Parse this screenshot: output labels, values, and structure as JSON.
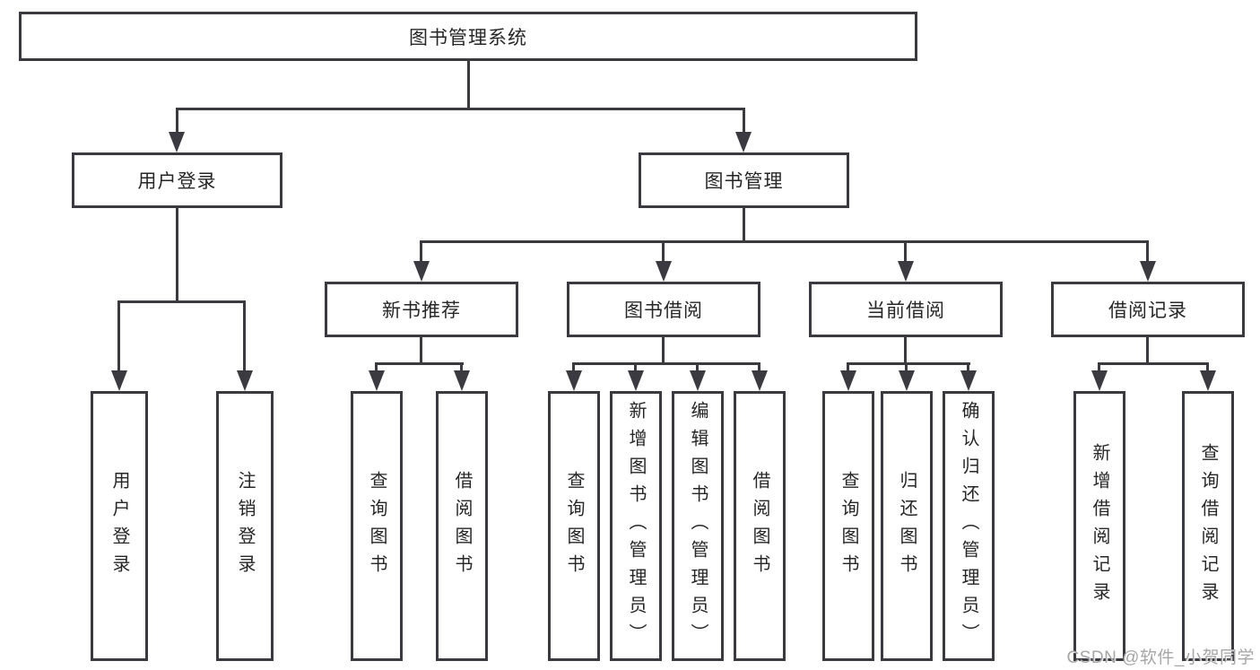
{
  "diagram": {
    "root": {
      "label": "图书管理系统"
    },
    "branches": [
      {
        "label": "用户登录",
        "children": [
          {
            "label": "用户登录"
          },
          {
            "label": "注销登录"
          }
        ]
      },
      {
        "label": "图书管理",
        "children": [
          {
            "label": "新书推荐",
            "children": [
              {
                "label": "查询图书"
              },
              {
                "label": "借阅图书"
              }
            ]
          },
          {
            "label": "图书借阅",
            "children": [
              {
                "label": "查询图书"
              },
              {
                "label": "新增图书（管理员）"
              },
              {
                "label": "编辑图书（管理员）"
              },
              {
                "label": "借阅图书"
              }
            ]
          },
          {
            "label": "当前借阅",
            "children": [
              {
                "label": "查询图书"
              },
              {
                "label": "归还图书"
              },
              {
                "label": "确认归还（管理员）"
              }
            ]
          },
          {
            "label": "借阅记录",
            "children": [
              {
                "label": "新增借阅记录"
              },
              {
                "label": "查询借阅记录"
              }
            ]
          }
        ]
      }
    ]
  },
  "watermark": {
    "text": "CSDN @软件_小贺同学"
  },
  "colors": {
    "line": "#3a3a40",
    "text": "#262626",
    "watermark": "#a6a6a6",
    "background": "#ffffff"
  }
}
